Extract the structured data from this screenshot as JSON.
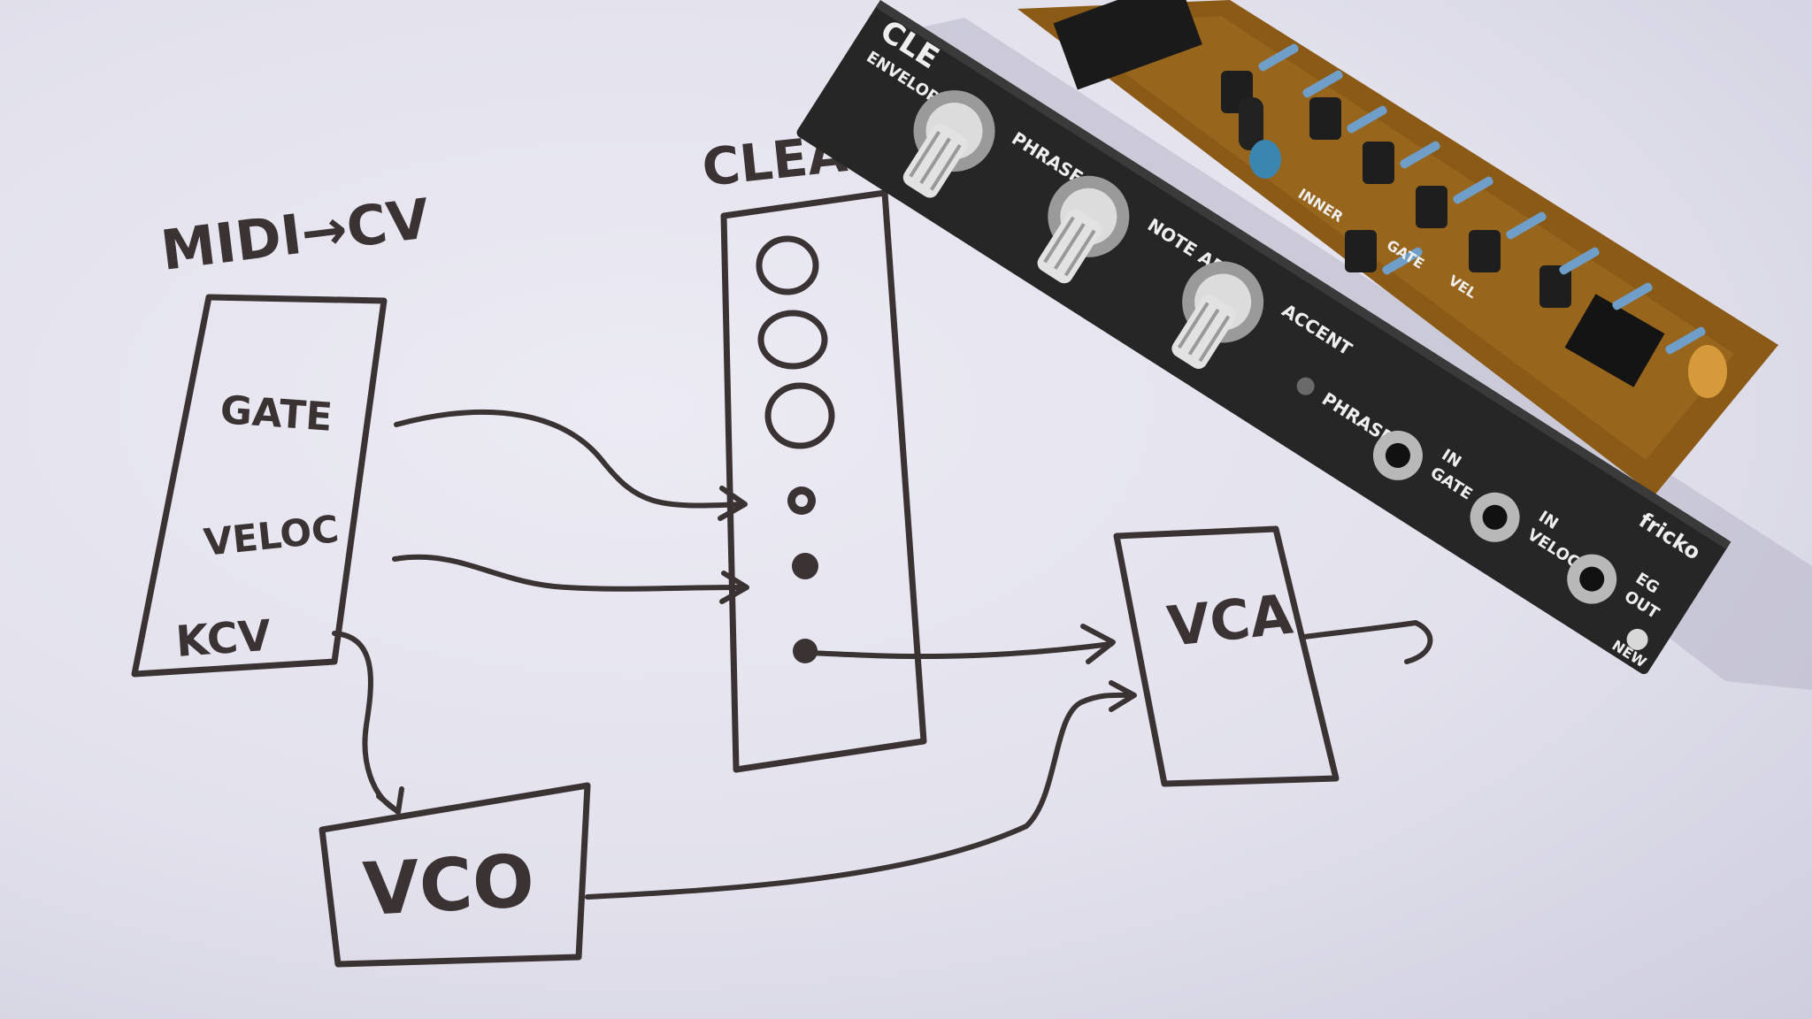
{
  "sketch": {
    "midi_module": {
      "title": "MIDI→CV",
      "gate": "GATE",
      "velocity": "VELOC",
      "kcv": "KCV"
    },
    "clean_module": {
      "title": "CLEAN"
    },
    "vco_module": {
      "label": "VCO"
    },
    "vca_module": {
      "label": "VCA"
    }
  },
  "hardware_panel": {
    "name": "CLE",
    "subtitle": "ENVELOPE",
    "knobs": [
      {
        "label": "PHRASE AR"
      },
      {
        "label": "NOTE AR"
      },
      {
        "label": "ACCENT"
      }
    ],
    "led_label": "PHRASE",
    "jacks": [
      {
        "label_top": "IN",
        "label_bottom": "GATE"
      },
      {
        "label_top": "IN",
        "label_bottom": "VELOCITY"
      },
      {
        "label_top": "EG",
        "label_bottom": "OUT"
      }
    ],
    "brand": "fricko",
    "corner_text": "NEW",
    "pcb_labels": [
      "INNER",
      "GATE",
      "VEL"
    ]
  }
}
